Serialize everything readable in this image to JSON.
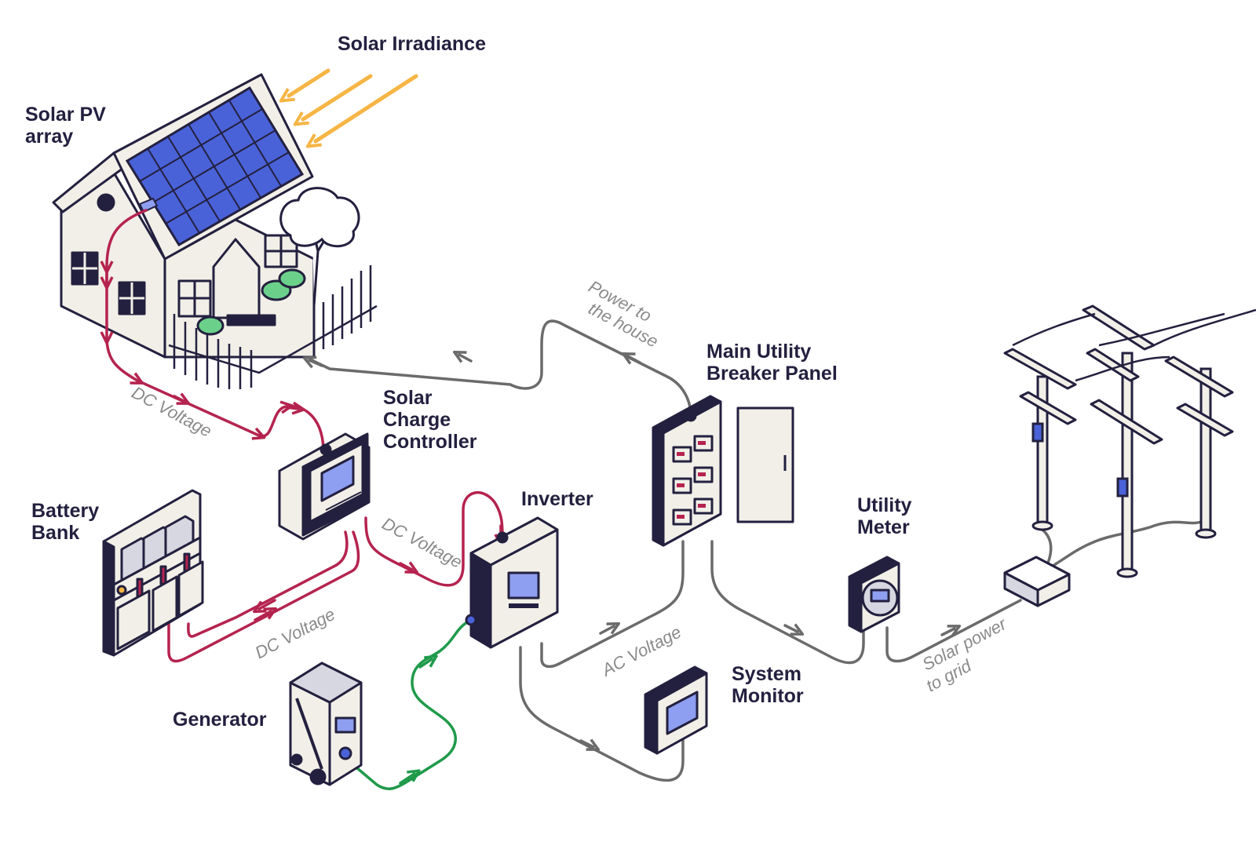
{
  "labels": {
    "solar_irradiance": "Solar Irradiance",
    "solar_pv_array": [
      "Solar PV",
      "array"
    ],
    "solar_charge_controller": [
      "Solar",
      "Charge",
      "Controller"
    ],
    "battery_bank": [
      "Battery",
      "Bank"
    ],
    "inverter": "Inverter",
    "generator": "Generator",
    "main_utility_breaker_panel": [
      "Main Utility",
      "Breaker Panel"
    ],
    "utility_meter": [
      "Utility",
      "Meter"
    ],
    "system_monitor": [
      "System",
      "Monitor"
    ]
  },
  "flows": {
    "dc_voltage": "DC Voltage",
    "ac_voltage": "AC Voltage",
    "power_to_house": [
      "Power to",
      "the house"
    ],
    "solar_power_to_grid": [
      "Solar power",
      "to grid"
    ]
  },
  "colors": {
    "dc_line": "#b5234f",
    "ac_line": "#6b6b6b",
    "generator_line": "#1f9a4a",
    "irradiance": "#f6b545",
    "outline": "#23203f",
    "panel_blue": "#4a62d8",
    "screen_blue": "#8e9ef0",
    "fill_light": "#f2efe8"
  },
  "icons": [
    "house-icon",
    "solar-panel-icon",
    "tree-icon",
    "charge-controller-icon",
    "battery-bank-icon",
    "inverter-icon",
    "generator-icon",
    "breaker-panel-icon",
    "utility-meter-icon",
    "system-monitor-icon",
    "power-pole-icon",
    "junction-box-icon",
    "sun-rays-icon"
  ]
}
